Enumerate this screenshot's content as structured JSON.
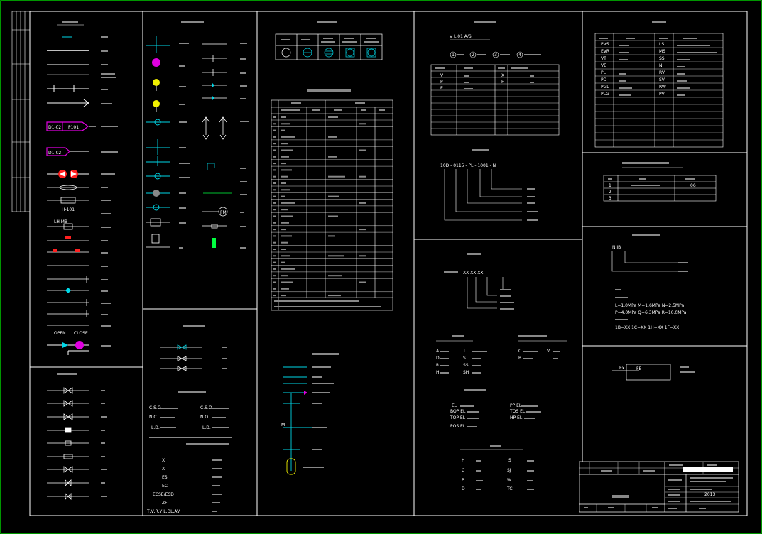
{
  "frame": {
    "border_color": "#00c800",
    "line_color": "#ffffff",
    "accent_cyan": "#00d8e8",
    "accent_magenta": "#e000e0",
    "accent_red": "#ff2020",
    "accent_yellow": "#f0f000",
    "accent_green": "#00ff40"
  },
  "labels": {
    "open": "OPEN",
    "close": "CLOSE",
    "line_no_1": "D1-02",
    "line_no_2": "P101",
    "line_no_3": "D1-02",
    "hh101": "H-101",
    "lhmb": "LH MB",
    "fm": "FM",
    "cso1": "C.S.O",
    "cso2": "C.S.O",
    "nc": "N.C.",
    "no": "N.O.",
    "ld1": "L.D.",
    "ld2": "L.D.",
    "sym_x1": "X",
    "sym_x2": "X",
    "sym_x3": "ES",
    "sym_x4": "EC",
    "sym_x5": "ECSE/ESD",
    "sym_x6": "ZF",
    "sym_x7": "T,V,R,Y,L,DL,AV",
    "code_top": "V  L  01  A/S",
    "code_tag": "10D - 0115 - PL - 1001 - N",
    "ptag": "XX XX XX",
    "ni": "N  IB",
    "pressure_1": "L=1.0MPa  M=1.6MPa  N=2.5MPa",
    "pressure_2": "P=4.0MPa  Q=6.3MPa  R=10.0MPa",
    "pressure_3": "1B=XX  1C=XX  1H=XX  1F=XX",
    "ab_a": "A",
    "ab_d": "D",
    "ab_r": "R",
    "ab_h": "H",
    "ab_t": "T",
    "ab_s": "S",
    "ab_ss": "SS",
    "ab_sh": "SH",
    "ab_c": "C",
    "ab_b": "B",
    "ab_v": "V",
    "el1": "EL",
    "el2": "BOP EL",
    "el3": "TOP EL",
    "el4": "POS EL",
    "el5": "PP EL",
    "el6": "TOS EL",
    "el7": "HP EL",
    "m_h": "H",
    "m_c": "C",
    "m_p": "P",
    "m_s": "S",
    "m_sj": "SJ",
    "m_w": "W",
    "m_tc": "TC",
    "leg_c": "C",
    "leg_b": "B",
    "title_cell_a": "2013",
    "plab_ps": "PVS",
    "plab_pr": "EVR",
    "plab_vt": "VT",
    "plab_ve": "VE",
    "plab_pl": "PL",
    "plab_pd": "PD",
    "plab_pg": "PGL",
    "plab_plg": "PLG",
    "plab_ls": "LS",
    "plab_ms": "MS",
    "plab_ss": "SS",
    "plab_n": "N",
    "plab_rv": "RV",
    "plab_sv": "SV",
    "plab_rw": "RW",
    "plab_pv": "PV",
    "ar_1": "1",
    "ar_2": "2",
    "ar_3": "3",
    "pt_v": "V",
    "pt_p": "P",
    "pt_e": "E",
    "pt_x": "X",
    "pt_f": "F",
    "num_1": "1",
    "num_2": "2",
    "num_3": "3",
    "num_4": "4",
    "code_06": "06",
    "fe": "FE"
  }
}
